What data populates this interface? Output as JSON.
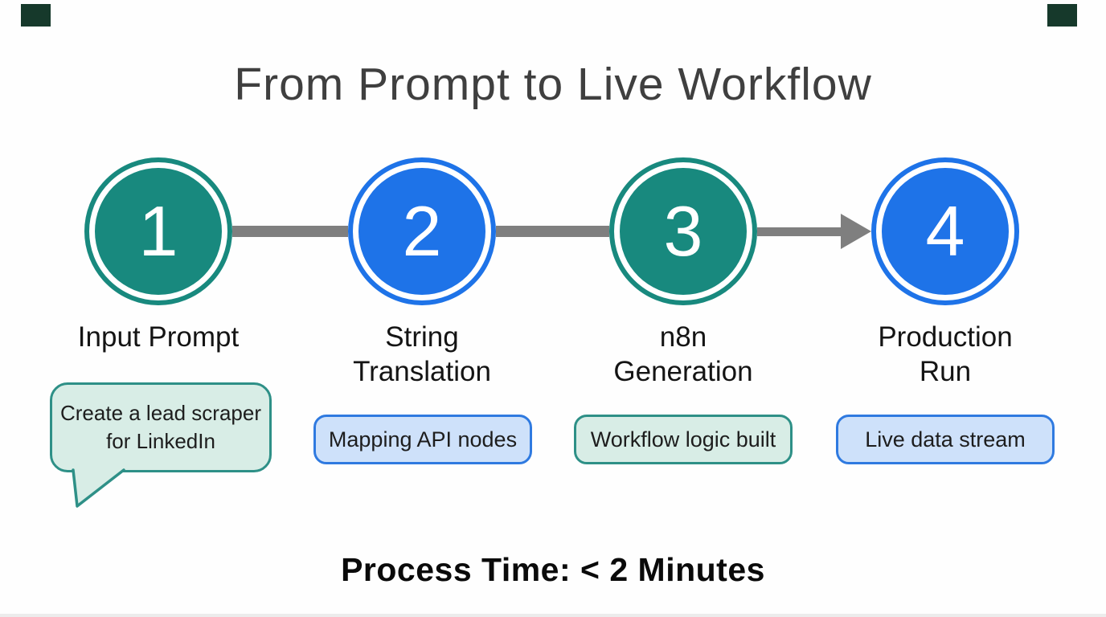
{
  "title": "From Prompt to Live Workflow",
  "footer": "Process Time: < 2 Minutes",
  "steps": [
    {
      "number": "1",
      "theme": "teal",
      "label_lines": [
        "Input Prompt"
      ],
      "callout_lines": [
        "Create a lead scraper",
        "for LinkedIn"
      ],
      "callout_shape": "speech-bubble"
    },
    {
      "number": "2",
      "theme": "blue",
      "label_lines": [
        "String",
        "Translation"
      ],
      "callout_lines": [
        "Mapping API nodes"
      ],
      "callout_shape": "rounded-box"
    },
    {
      "number": "3",
      "theme": "teal",
      "label_lines": [
        "n8n",
        "Generation"
      ],
      "callout_lines": [
        "Workflow logic built"
      ],
      "callout_shape": "rounded-box"
    },
    {
      "number": "4",
      "theme": "blue",
      "label_lines": [
        "Production",
        "Run"
      ],
      "callout_lines": [
        "Live data stream"
      ],
      "callout_shape": "rounded-box"
    }
  ],
  "icons": {
    "connector": "gray-bar",
    "final_connector": "arrow-right"
  },
  "colors": {
    "teal": "#18897E",
    "blue": "#1E73E8",
    "connector-gray": "#7F7F7F",
    "title-gray": "#3F3F3F",
    "label-dark": "#141414",
    "mint-fill": "#D8EDE6",
    "teal-border": "#2E9087",
    "lightblue-fill": "#CEE1FA",
    "blue-border": "#2F7AE0",
    "corner-green": "#16392B"
  }
}
